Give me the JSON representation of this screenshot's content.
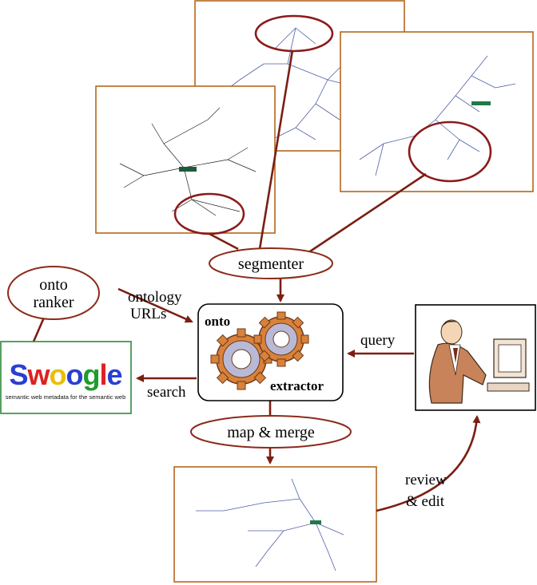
{
  "nodes": {
    "segmenter": "segmenter",
    "onto_ranker": [
      "onto",
      "ranker"
    ],
    "onto_extractor": [
      "onto",
      "extractor"
    ],
    "map_merge": "map & merge",
    "swoogle_logo_text": "Swoogle",
    "swoogle_tagline": "semantic web metadata for the semantic web"
  },
  "edges": {
    "ontology_urls": [
      "ontology",
      "URLs"
    ],
    "query": "query",
    "search": "search",
    "review_edit": [
      "review",
      "& edit"
    ]
  },
  "colors": {
    "arrow": "#7a1f12",
    "panel_border": "#b5651d",
    "highlight_oval": "#8b1a1a",
    "tree_lines": "#4f5fa8",
    "swoogle": [
      "#2a3fd1",
      "#e02020",
      "#e8c000",
      "#1f9b2a"
    ]
  },
  "icons": {
    "gears": "gears-icon",
    "user": "person-at-computer-icon"
  }
}
